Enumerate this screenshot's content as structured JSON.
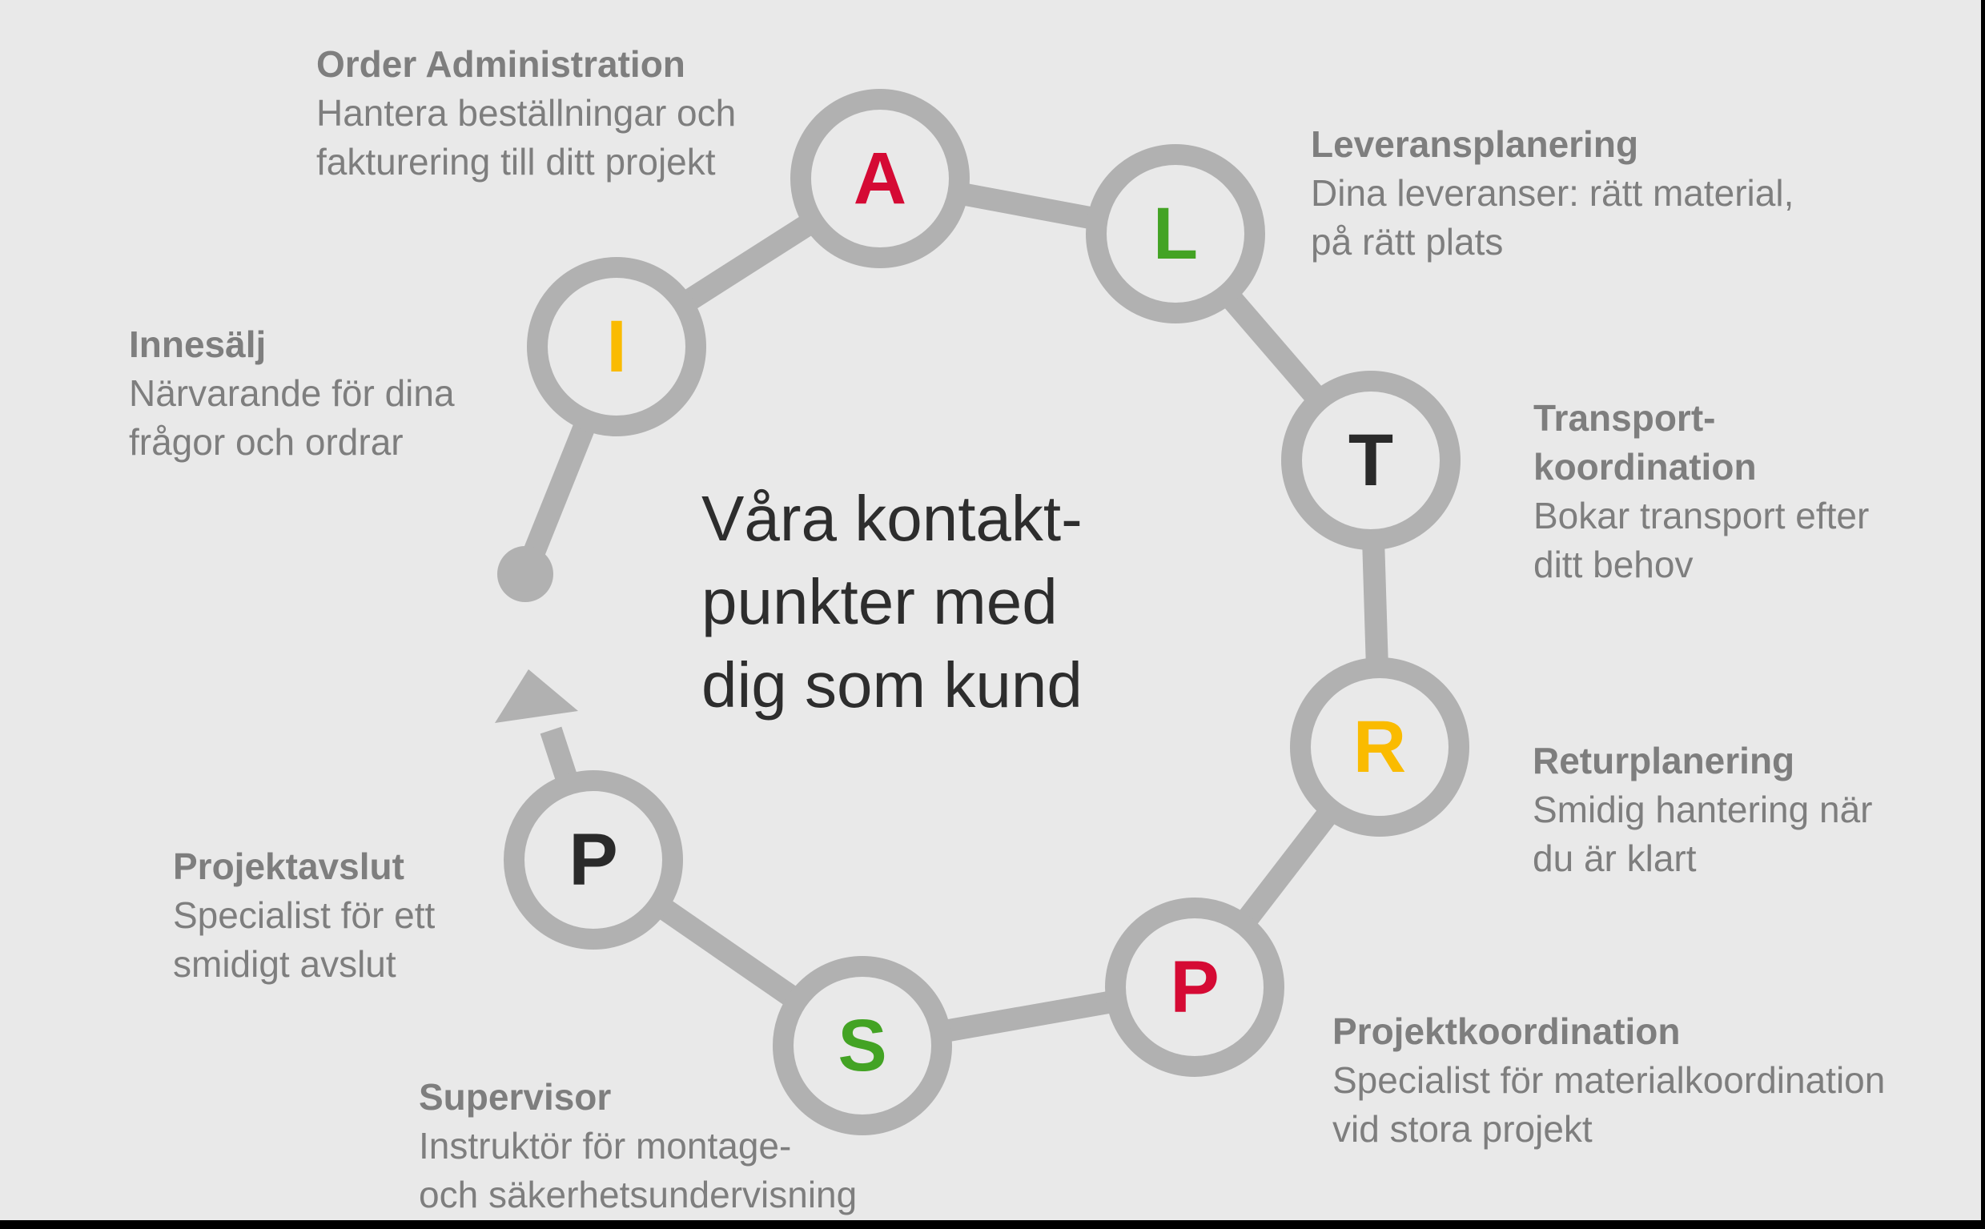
{
  "page": {
    "background": "#e9e9e9",
    "edge_bar_color": "#000000"
  },
  "colors": {
    "ring_gray": "#b1b1b1",
    "label_gray": "#7e7e7e",
    "center_text": "#2d2d2d",
    "red": "#d50a34",
    "green": "#43a324",
    "yellow": "#fabb00",
    "black": "#2a2a2a"
  },
  "center": {
    "lines": [
      "Våra kontakt-",
      "punkter med",
      "dig som kund"
    ]
  },
  "stations": [
    {
      "letter": "I",
      "color": "yellow",
      "title": [
        "Innesälj"
      ],
      "body": [
        "Närvarande för dina",
        "frågor och ordrar"
      ]
    },
    {
      "letter": "A",
      "color": "red",
      "title": [
        "Order Administration"
      ],
      "body": [
        "Hantera beställningar och",
        "fakturering till ditt projekt"
      ]
    },
    {
      "letter": "L",
      "color": "green",
      "title": [
        "Leveransplanering"
      ],
      "body": [
        "Dina leveranser: rätt material,",
        "på rätt plats"
      ]
    },
    {
      "letter": "T",
      "color": "black",
      "title": [
        "Transport-",
        "koordination"
      ],
      "body": [
        "Bokar transport efter",
        "ditt behov"
      ]
    },
    {
      "letter": "R",
      "color": "yellow",
      "title": [
        "Returplanering"
      ],
      "body": [
        "Smidig hantering när",
        "du är klart"
      ]
    },
    {
      "letter": "P",
      "color": "red",
      "title": [
        "Projektkoordination"
      ],
      "body": [
        "Specialist för materialkoordination",
        "vid stora projekt"
      ]
    },
    {
      "letter": "S",
      "color": "green",
      "title": [
        "Supervisor"
      ],
      "body": [
        "Instruktör för montage-",
        "och säkerhetsundervisning"
      ]
    },
    {
      "letter": "P",
      "color": "black",
      "title": [
        "Projektavslut"
      ],
      "body": [
        "Specialist för ett",
        "smidigt avslut"
      ]
    }
  ]
}
